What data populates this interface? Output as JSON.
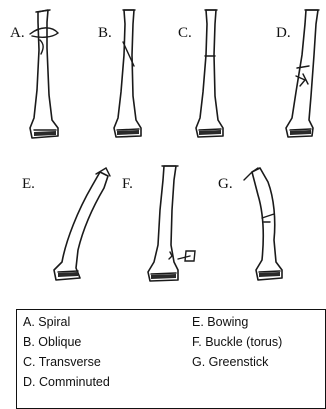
{
  "panels": [
    {
      "letter": "A."
    },
    {
      "letter": "B."
    },
    {
      "letter": "C."
    },
    {
      "letter": "D."
    },
    {
      "letter": "E."
    },
    {
      "letter": "F."
    },
    {
      "letter": "G."
    }
  ],
  "legend": {
    "left": [
      {
        "label": "A. Spiral"
      },
      {
        "label": "B. Oblique"
      },
      {
        "label": "C. Transverse"
      },
      {
        "label": "D. Comminuted"
      }
    ],
    "right": [
      {
        "label": "E. Bowing"
      },
      {
        "label": "F. Buckle (torus)"
      },
      {
        "label": "G. Greenstick"
      }
    ]
  },
  "colors": {
    "ink": "#1a1a1a",
    "background": "#ffffff"
  }
}
